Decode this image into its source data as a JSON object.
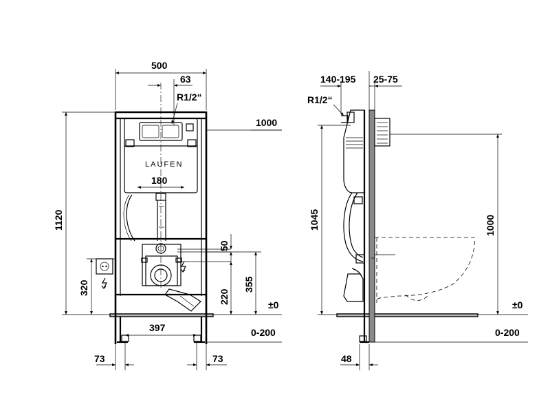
{
  "front_view": {
    "brand_label": "LAUFEN",
    "dims": {
      "width": "500",
      "offset_63": "63",
      "thread": "R1/2“",
      "height_1000": "1000",
      "inner_180": "180",
      "total_height": "1120",
      "dim_50": "50",
      "socket_320": "320",
      "dim_220": "220",
      "dim_355": "355",
      "zero": "±0",
      "adjust": "0-200",
      "feet_397": "397",
      "foot_left_73": "73",
      "foot_right_73": "73"
    }
  },
  "side_view": {
    "dims": {
      "depth_140_195": "140-195",
      "depth_25_75": "25-75",
      "thread": "R1/2“",
      "height_1045": "1045",
      "height_1000": "1000",
      "zero": "±0",
      "adjust": "0-200",
      "foot_48": "48"
    }
  },
  "icons": [
    "power-socket-icon",
    "electric-bolt-icon"
  ]
}
